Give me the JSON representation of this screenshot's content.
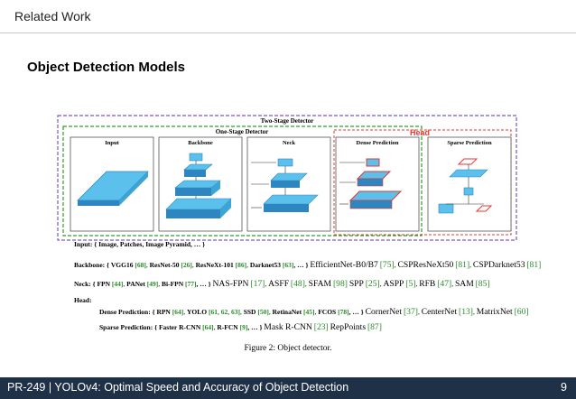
{
  "header": {
    "section": "Related Work"
  },
  "slide": {
    "title": "Object Detection Models"
  },
  "diagram": {
    "two_stage_label": "Two-Stage Detector",
    "one_stage_label": "One-Stage Detector",
    "head_label": "Head",
    "panels": [
      "Input",
      "Backbone",
      "Neck",
      "Dense Prediction",
      "Sparse Prediction"
    ],
    "colors": {
      "one_stage": "#2ca02c",
      "two_stage": "#7e57c2",
      "head": "#e53935",
      "block": "#5bc0eb",
      "block_dark": "#2e86c1"
    }
  },
  "components": {
    "input_line": "Input: { Image, Patches, Image Pyramid, … }",
    "backbone": {
      "label": "Backbone: {",
      "items": [
        {
          "name": "VGG16",
          "ref": "[68]"
        },
        {
          "name": "ResNet-50",
          "ref": "[26]"
        },
        {
          "name": "ResNeXt-101",
          "ref": "[86]"
        },
        {
          "name": "Darknet53",
          "ref": "[63]"
        }
      ],
      "tail": ", … }",
      "extra": [
        {
          "name": "EfficientNet-B0/B7",
          "ref": "[75]"
        },
        {
          "name": "CSPResNeXt50",
          "ref": "[81]"
        },
        {
          "name": "CSPDarknet53",
          "ref": "[81]"
        }
      ]
    },
    "neck": {
      "label": "Neck: {",
      "items": [
        {
          "name": "FPN",
          "ref": "[44]"
        },
        {
          "name": "PANet",
          "ref": "[49]"
        },
        {
          "name": "Bi-FPN",
          "ref": "[77]"
        }
      ],
      "tail": ", … }",
      "extra": [
        {
          "name": "NAS-FPN",
          "ref": "[17]"
        },
        {
          "name": "ASFF",
          "ref": "[48]"
        },
        {
          "name": "SFAM",
          "ref": "[98]"
        },
        {
          "name": "SPP",
          "ref": "[25]"
        },
        {
          "name": "ASPP",
          "ref": "[5]"
        },
        {
          "name": "RFB",
          "ref": "[47]"
        },
        {
          "name": "SAM",
          "ref": "[85]"
        }
      ]
    },
    "head_label": "Head:",
    "dense": {
      "label": "Dense Prediction: {",
      "items": [
        {
          "name": "RPN",
          "ref": "[64]"
        },
        {
          "name": "YOLO",
          "ref": "[61, 62, 63]"
        },
        {
          "name": "SSD",
          "ref": "[50]"
        },
        {
          "name": "RetinaNet",
          "ref": "[45]"
        },
        {
          "name": "FCOS",
          "ref": "[78]"
        }
      ],
      "tail": ", … }",
      "extra": [
        {
          "name": "CornerNet",
          "ref": "[37]"
        },
        {
          "name": "CenterNet",
          "ref": "[13]"
        },
        {
          "name": "MatrixNet",
          "ref": "[60]"
        }
      ]
    },
    "sparse": {
      "label": "Sparse Prediction: {",
      "items": [
        {
          "name": "Faster R-CNN",
          "ref": "[64]"
        },
        {
          "name": "R-FCN",
          "ref": "[9]"
        }
      ],
      "tail": ", … }",
      "extra": [
        {
          "name": "Mask R-CNN",
          "ref": "[23]"
        },
        {
          "name": "RepPoints",
          "ref": "[87]"
        }
      ]
    }
  },
  "caption": "Figure 2: Object detector.",
  "footer": {
    "title": "PR-249 | YOLOv4: Optimal Speed and Accuracy of Object Detection",
    "page": "9"
  }
}
